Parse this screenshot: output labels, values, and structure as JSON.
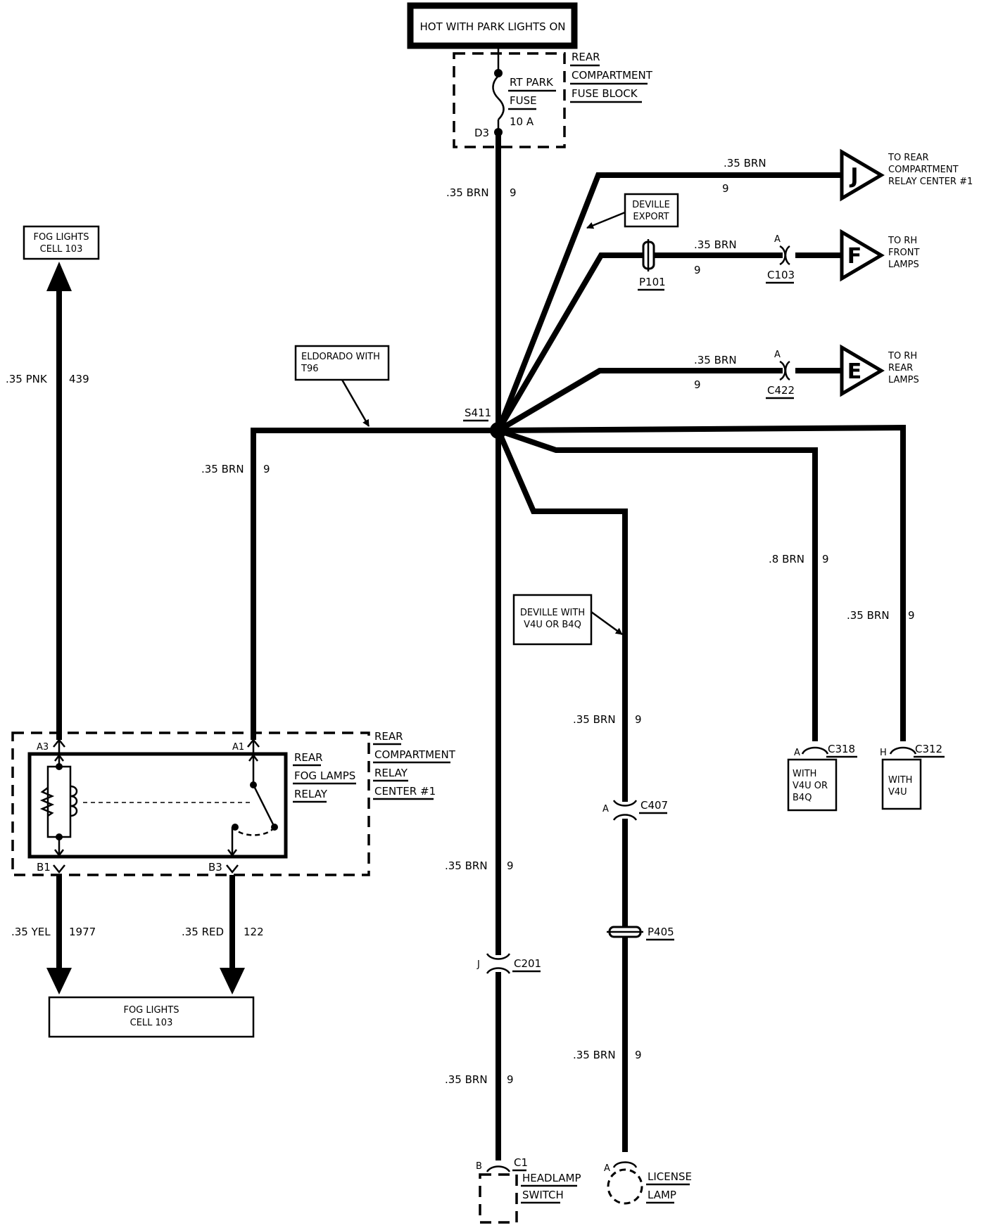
{
  "supply": {
    "title": "HOT WITH PARK LIGHTS ON",
    "fuse_block": [
      "REAR",
      "COMPARTMENT",
      "FUSE BLOCK"
    ],
    "fuse_name": [
      "RT PARK",
      "FUSE"
    ],
    "fuse_rating": "10 A",
    "fuse_terminal": "D3"
  },
  "splice": "S411",
  "wires": {
    "main_feed": {
      "gauge": ".35 BRN",
      "circuit": "9"
    },
    "to_J": {
      "gauge": ".35 BRN",
      "circuit": "9"
    },
    "to_F": {
      "gauge": ".35 BRN",
      "circuit": "9"
    },
    "to_E": {
      "gauge": ".35 BRN",
      "circuit": "9"
    },
    "relay_feed": {
      "gauge": ".35 BRN",
      "circuit": "9"
    },
    "fog_out": {
      "gauge": ".35 PNK",
      "circuit": "439"
    },
    "yel": {
      "gauge": ".35 YEL",
      "circuit": "1977"
    },
    "red": {
      "gauge": ".35 RED",
      "circuit": "122"
    },
    "c318": {
      "gauge": ".8 BRN",
      "circuit": "9"
    },
    "c312": {
      "gauge": ".35 BRN",
      "circuit": "9"
    },
    "lic_upper": {
      "gauge": ".35 BRN",
      "circuit": "9"
    },
    "lic_lower": {
      "gauge": ".35 BRN",
      "circuit": "9"
    },
    "hl_upper": {
      "gauge": ".35 BRN",
      "circuit": "9"
    },
    "hl_lower": {
      "gauge": ".35 BRN",
      "circuit": "9"
    }
  },
  "notes": {
    "deville_export": [
      "DEVILLE",
      "EXPORT"
    ],
    "eldorado": [
      "ELDORADO WITH",
      "T96"
    ],
    "deville_v4u": [
      "DEVILLE WITH",
      "V4U OR B4Q"
    ]
  },
  "connectors": {
    "p101": "P101",
    "c103": {
      "name": "C103",
      "pin": "A"
    },
    "c422": {
      "name": "C422",
      "pin": "A"
    },
    "c318": {
      "name": "C318",
      "pin": "A"
    },
    "c312": {
      "name": "C312",
      "pin": "H"
    },
    "c407": {
      "name": "C407",
      "pin": "A"
    },
    "p405": "P405",
    "c201": {
      "name": "C201",
      "pin": "J"
    },
    "c1": {
      "name": "C1",
      "pin": "B"
    },
    "license_pin": "A"
  },
  "destinations": {
    "J": {
      "letter": "J",
      "text": [
        "TO REAR",
        "COMPARTMENT",
        "RELAY CENTER #1"
      ]
    },
    "F": {
      "letter": "F",
      "text": [
        "TO RH",
        "FRONT",
        "LAMPS"
      ]
    },
    "E": {
      "letter": "E",
      "text": [
        "TO RH",
        "REAR",
        "LAMPS"
      ]
    },
    "c318_note": [
      "WITH",
      "V4U OR",
      "B4Q"
    ],
    "c312_note": [
      "WITH",
      "V4U"
    ]
  },
  "relay": {
    "name": [
      "REAR",
      "FOG LAMPS",
      "RELAY"
    ],
    "center": [
      "REAR",
      "COMPARTMENT",
      "RELAY",
      "CENTER #1"
    ],
    "pins": {
      "a3": "A3",
      "a1": "A1",
      "b1": "B1",
      "b3": "B3"
    }
  },
  "fog_top": [
    "FOG LIGHTS",
    "CELL 103"
  ],
  "fog_bottom": [
    "FOG LIGHTS",
    "CELL 103"
  ],
  "headlamp": [
    "HEADLAMP",
    "SWITCH"
  ],
  "license_lamp": [
    "LICENSE",
    "LAMP"
  ]
}
